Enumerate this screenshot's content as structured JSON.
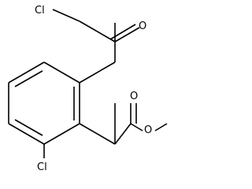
{
  "atoms": {
    "cl_top": "Cl",
    "o_ketone": "O",
    "o_ester_carbonyl": "O",
    "o_ester_ether": "O",
    "cl_bottom": "Cl"
  }
}
